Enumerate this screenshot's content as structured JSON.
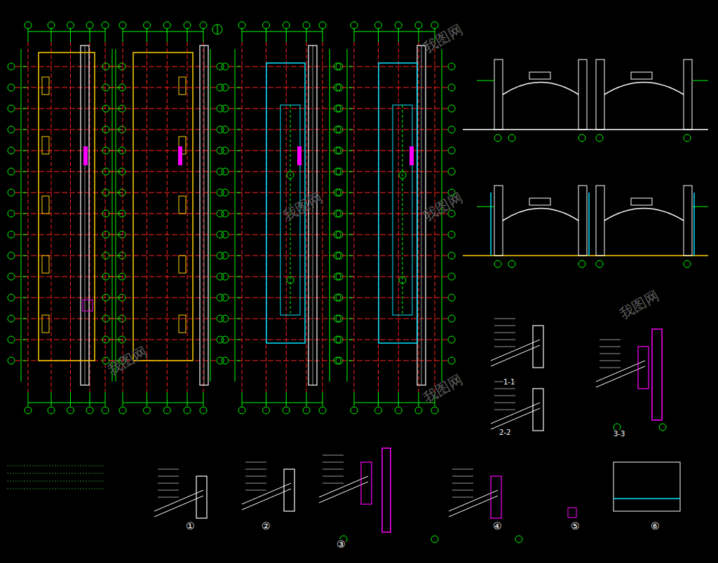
{
  "diagram": {
    "labels": [
      "①",
      "②",
      "③",
      "④",
      "⑤",
      "⑥",
      "1-1",
      "2-2",
      "3-3",
      "我图网",
      "我图网",
      "我图网",
      "我图网",
      "我图网",
      "我图网"
    ]
  }
}
